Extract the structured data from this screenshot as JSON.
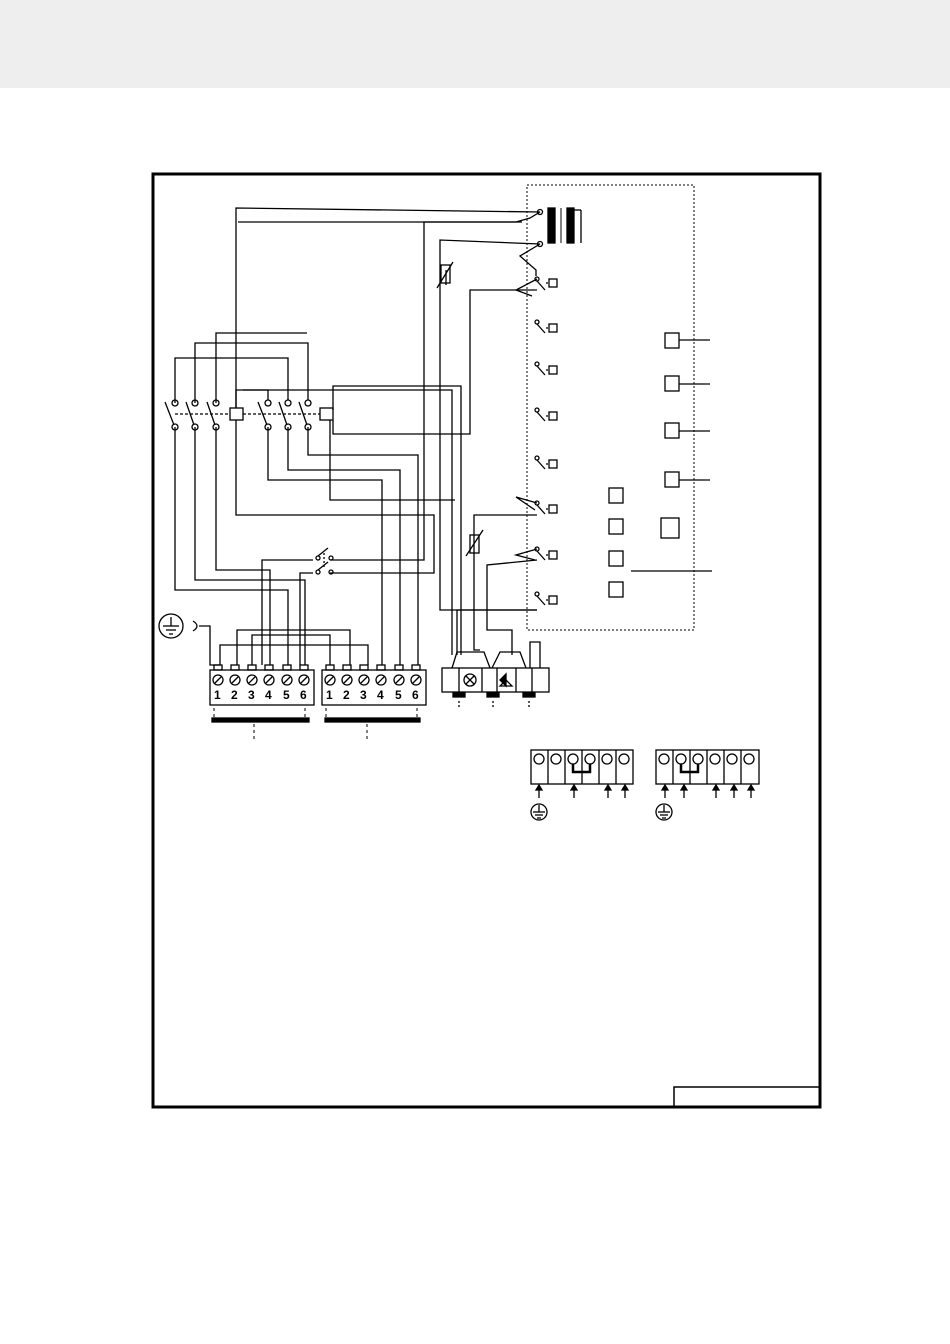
{
  "diagram": {
    "title": "",
    "terminal_block_a": {
      "numbers": [
        "1",
        "2",
        "3",
        "4",
        "5",
        "6"
      ]
    },
    "terminal_block_b": {
      "numbers": [
        "1",
        "2",
        "3",
        "4",
        "5",
        "6"
      ]
    },
    "colors": {
      "header_band": "#eeeeee",
      "line": "#000000",
      "background": "#ffffff"
    },
    "icons": [
      "earth-ground-icon",
      "transformer-icon",
      "thermostat-icon",
      "lamp-icon",
      "fan-icon",
      "switch-icon",
      "fuse-icon"
    ]
  }
}
